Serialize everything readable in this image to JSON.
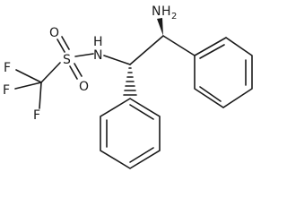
{
  "molecule": {
    "atoms": {
      "amine": {
        "symbol": "N",
        "hydrogens": "H",
        "count": "2"
      },
      "sulfonamide_n": {
        "symbol": "N",
        "hydrogens": "H"
      },
      "sulfur": {
        "symbol": "S"
      },
      "oxygen_top": {
        "symbol": "O"
      },
      "oxygen_bottom": {
        "symbol": "O"
      },
      "fluorine_top": {
        "symbol": "F"
      },
      "fluorine_left": {
        "symbol": "F"
      },
      "fluorine_bottom": {
        "symbol": "F"
      }
    }
  },
  "colors": {
    "ink": "#1a1a1a",
    "background": "#ffffff"
  }
}
